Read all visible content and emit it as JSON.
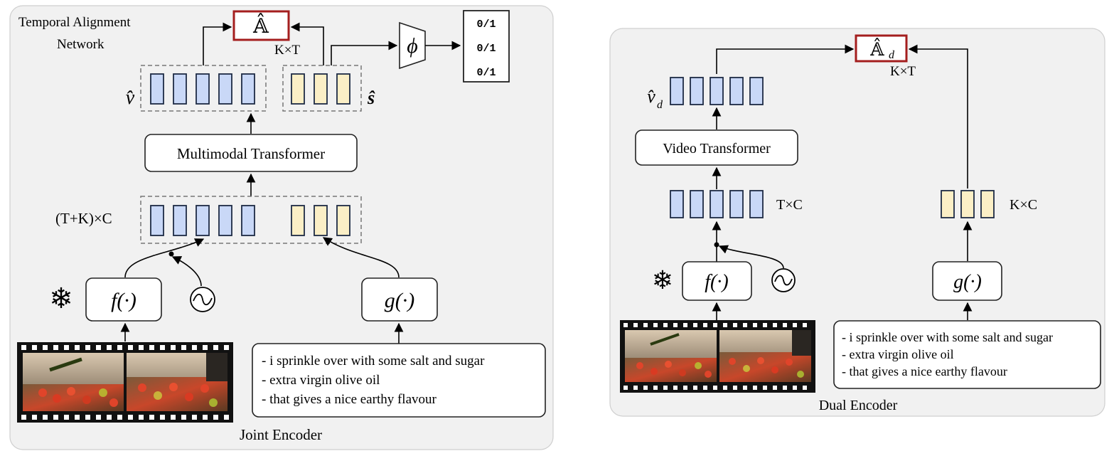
{
  "joint": {
    "title": "Joint Encoder",
    "tan_label_line1": "Temporal Alignment",
    "tan_label_line2": "Network",
    "transformer_label": "Multimodal Transformer",
    "dim_label": "(T+K)×C",
    "output_dim": "K×T",
    "output_symbol": "𝔸̂",
    "v_hat": "v̂",
    "s_hat": "ŝ",
    "phi": "ϕ",
    "binary_outputs": [
      "0/1",
      "0/1",
      "0/1"
    ],
    "f_label": "f(·)",
    "g_label": "g(·)",
    "freeze_icon": "❄",
    "pos_icon": "~",
    "text_lines": [
      "- i sprinkle over with some salt and sugar",
      "- extra virgin olive oil",
      "- that gives a nice earthy flavour"
    ]
  },
  "dual": {
    "title": "Dual Encoder",
    "transformer_label": "Video Transformer",
    "video_dim": "T×C",
    "text_dim": "K×C",
    "output_dim": "K×T",
    "output_symbol": "𝔸̂",
    "output_sub": "d",
    "v_hat": "v̂",
    "v_hat_sub": "d",
    "f_label": "f(·)",
    "g_label": "g(·)",
    "freeze_icon": "❄",
    "pos_icon": "~",
    "text_lines": [
      "- i sprinkle over with some salt and sugar",
      "- extra virgin olive oil",
      "- that gives a nice earthy flavour"
    ]
  },
  "colors": {
    "video_token": "#c9d8f7",
    "text_token": "#fbefc6",
    "highlight": "#a41e1e",
    "panel": "#f1f1f1"
  }
}
